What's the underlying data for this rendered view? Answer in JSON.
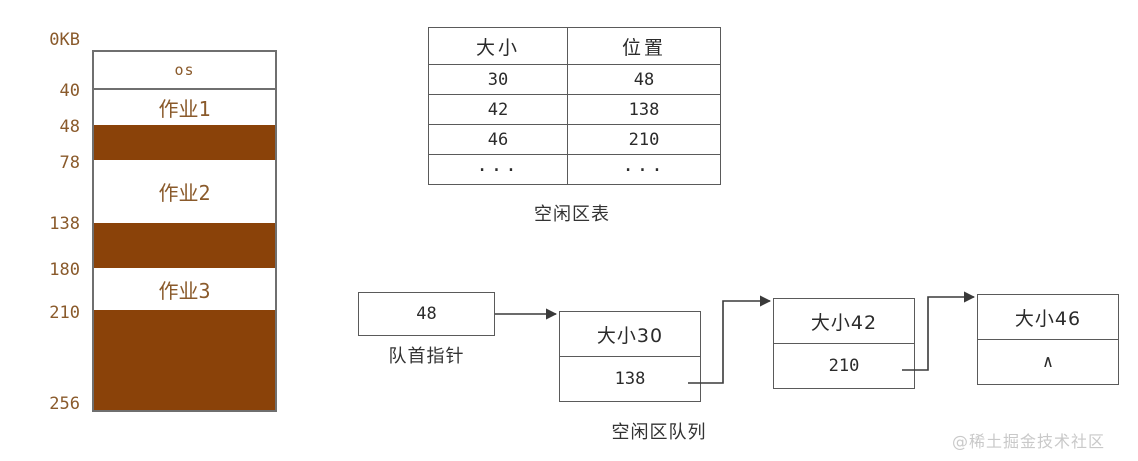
{
  "memory_diagram": {
    "name": "memory-allocation-column",
    "unit_label": "0KB",
    "axis_labels": [
      "0KB",
      "40",
      "48",
      "78",
      "138",
      "180",
      "210",
      "256"
    ],
    "blocks": [
      {
        "label": "os",
        "kind": "used",
        "start": 0,
        "end": 40
      },
      {
        "label": "作业1",
        "kind": "used",
        "start": 40,
        "end": 48
      },
      {
        "label": "",
        "kind": "free",
        "start": 48,
        "end": 78
      },
      {
        "label": "作业2",
        "kind": "used",
        "start": 78,
        "end": 138
      },
      {
        "label": "",
        "kind": "free",
        "start": 138,
        "end": 180
      },
      {
        "label": "作业3",
        "kind": "used",
        "start": 180,
        "end": 210
      },
      {
        "label": "",
        "kind": "free",
        "start": 210,
        "end": 256
      }
    ],
    "colors": {
      "free_block": "#8a4209",
      "label_text": "#8a5a2b",
      "border": "#6f6f6f"
    }
  },
  "free_table": {
    "caption": "空闲区表",
    "headers": [
      "大小",
      "位置"
    ],
    "rows": [
      [
        "30",
        "48"
      ],
      [
        "42",
        "138"
      ],
      [
        "46",
        "210"
      ],
      [
        "···",
        "···"
      ]
    ]
  },
  "free_queue": {
    "caption": "空闲区队列",
    "head_pointer": {
      "value": "48",
      "caption": "队首指针"
    },
    "nodes": [
      {
        "size_label": "大小30",
        "next": "138"
      },
      {
        "size_label": "大小42",
        "next": "210"
      },
      {
        "size_label": "大小46",
        "next": "∧"
      }
    ]
  },
  "watermark": {
    "text": "@稀土掘金技术社区"
  }
}
